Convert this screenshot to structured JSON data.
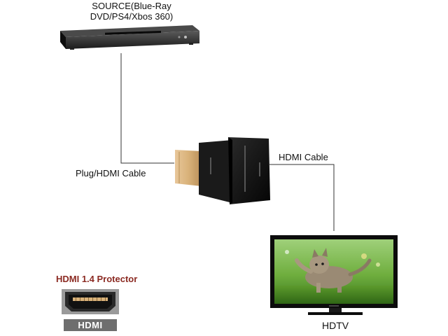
{
  "labels": {
    "source_line1": "SOURCE(Blue-Ray",
    "source_line2": "DVD/PS4/Xbos 360)",
    "plug_cable": "Plug/HDMI Cable",
    "hdmi_cable": "HDMI Cable",
    "hdtv": "HDTV",
    "protector_title": "HDMI 1.4 Protector",
    "hdmi_badge": "HDMI"
  },
  "colors": {
    "accent_title": "#8b2a22",
    "badge_bg": "#6e6e6e",
    "connector_gold": "#d9b27a",
    "device_black": "#111111"
  },
  "icons": [
    "dvd-player-icon",
    "hdmi-adapter-icon",
    "hdtv-icon",
    "hdmi-port-icon"
  ]
}
